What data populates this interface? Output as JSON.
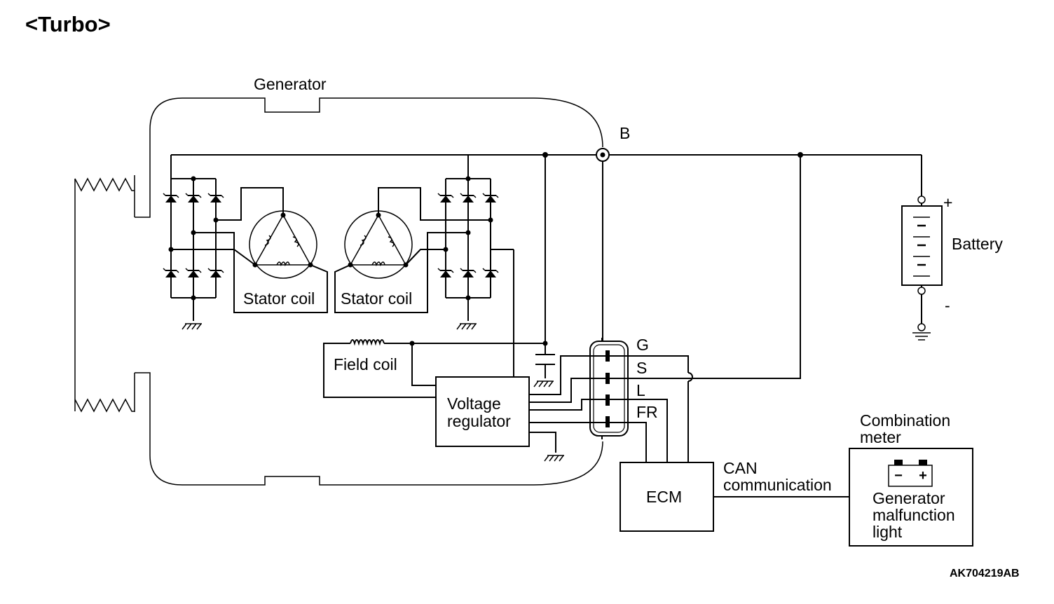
{
  "title": "<Turbo>",
  "labels": {
    "generator": "Generator",
    "terminal_b": "B",
    "battery": "Battery",
    "battery_plus": "+",
    "battery_minus": "-",
    "stator_coil_left": "Stator coil",
    "stator_coil_right": "Stator coil",
    "field_coil": "Field coil",
    "voltage_regulator_line1": "Voltage",
    "voltage_regulator_line2": "regulator",
    "terminal_g": "G",
    "terminal_s": "S",
    "terminal_l": "L",
    "terminal_fr": "FR",
    "ecm": "ECM",
    "can_line1": "CAN",
    "can_line2": "communication",
    "combination_meter_line1": "Combination",
    "combination_meter_line2": "meter",
    "warning_light_line1": "Generator",
    "warning_light_line2": "malfunction",
    "warning_light_line3": "light",
    "battery_icon_minus": "−",
    "battery_icon_plus": "+"
  },
  "figure_code": "AK704219AB"
}
